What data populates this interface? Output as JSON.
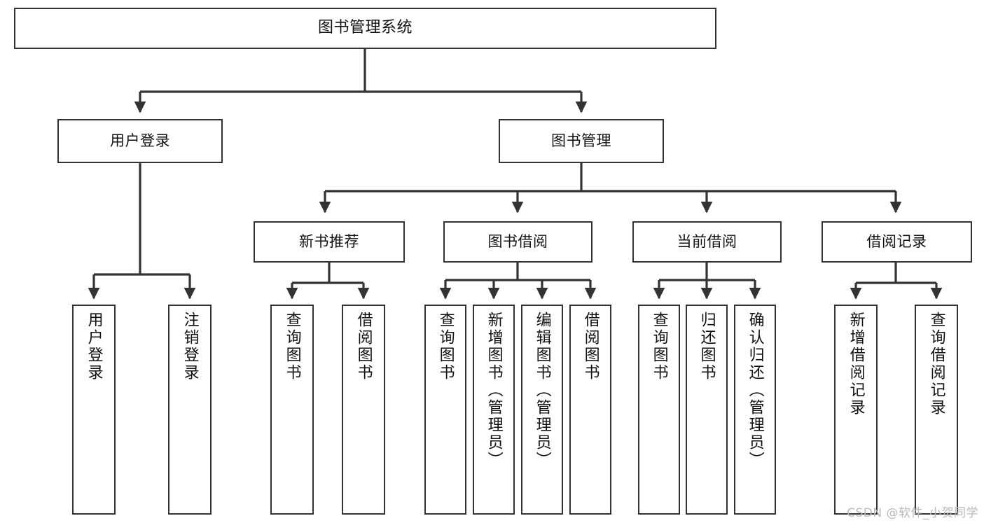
{
  "diagram": {
    "title": "图书管理系统",
    "type": "tree-hierarchy-chart",
    "watermark": "CSDN @软件_小贺同学",
    "colors": {
      "node_border": "#333333",
      "node_fill": "#ffffff",
      "edge": "#333333",
      "text": "#111111",
      "watermark": "#b9b9b9"
    }
  },
  "nodes": {
    "root": {
      "label": "图书管理系统"
    },
    "level2": [
      {
        "id": "user-login",
        "label": "用户登录"
      },
      {
        "id": "book-management",
        "label": "图书管理"
      }
    ],
    "level3": [
      {
        "id": "new-book-recommend",
        "label": "新书推荐"
      },
      {
        "id": "book-borrow",
        "label": "图书借阅"
      },
      {
        "id": "current-borrow",
        "label": "当前借阅"
      },
      {
        "id": "borrow-record",
        "label": "借阅记录"
      }
    ],
    "leaves": {
      "user-login": [
        {
          "id": "leaf-user-login",
          "label": "用户登录"
        },
        {
          "id": "leaf-logout-login",
          "label": "注销登录"
        }
      ],
      "new-book-recommend": [
        {
          "id": "leaf-query-book-1",
          "label": "查询图书"
        },
        {
          "id": "leaf-borrow-book-1",
          "label": "借阅图书"
        }
      ],
      "book-borrow": [
        {
          "id": "leaf-query-book-2",
          "label": "查询图书"
        },
        {
          "id": "leaf-add-book-admin",
          "label": "新增图书（管理员）"
        },
        {
          "id": "leaf-edit-book-admin",
          "label": "编辑图书（管理员）"
        },
        {
          "id": "leaf-borrow-book-2",
          "label": "借阅图书"
        }
      ],
      "current-borrow": [
        {
          "id": "leaf-query-book-3",
          "label": "查询图书"
        },
        {
          "id": "leaf-return-book",
          "label": "归还图书"
        },
        {
          "id": "leaf-confirm-return-admin",
          "label": "确认归还（管理员）"
        }
      ],
      "borrow-record": [
        {
          "id": "leaf-add-borrow-record",
          "label": "新增借阅记录"
        },
        {
          "id": "leaf-query-borrow-record",
          "label": "查询借阅记录"
        }
      ]
    }
  }
}
